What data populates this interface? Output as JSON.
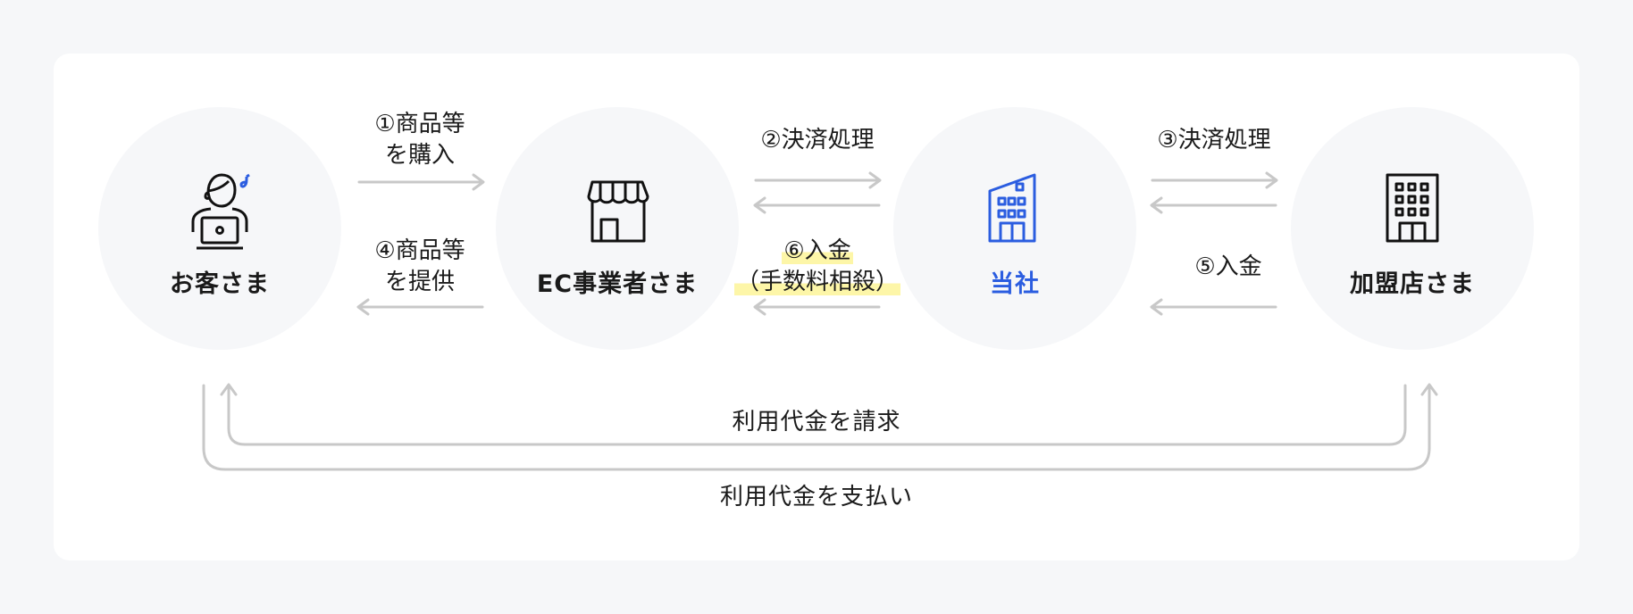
{
  "nodes": {
    "customer": {
      "label": "お客さま",
      "icon": "customer-with-laptop-icon"
    },
    "ec": {
      "label": "EC事業者さま",
      "icon": "storefront-icon"
    },
    "company": {
      "label": "当社",
      "icon": "office-building-icon",
      "color": "#2b5de0"
    },
    "merchant": {
      "label": "加盟店さま",
      "icon": "building-icon"
    }
  },
  "flows": {
    "f1": {
      "line1": "①商品等",
      "line2": "を購入"
    },
    "f4": {
      "line1": "④商品等",
      "line2": "を提供"
    },
    "f2": {
      "text": "②決済処理"
    },
    "f6": {
      "line1": "⑥入金",
      "line2": "（手数料相殺）"
    },
    "f3": {
      "text": "③決済処理"
    },
    "f5": {
      "text": "⑤入金"
    }
  },
  "bottom": {
    "request": "利用代金を請求",
    "payment": "利用代金を支払い"
  },
  "colors": {
    "accent": "#2b5de0",
    "arrow": "#c8c8c8",
    "highlight": "#fdf6a8",
    "circle": "#f6f7f9"
  }
}
